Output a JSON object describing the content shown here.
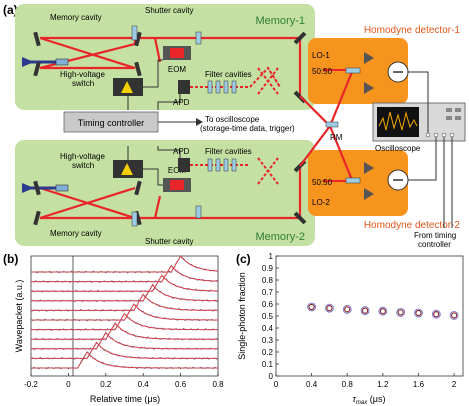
{
  "panel_a": {
    "label": "(a)",
    "memory1": "Memory-1",
    "memory2": "Memory-2",
    "memory_cavity": "Memory cavity",
    "shutter_cavity": "Shutter cavity",
    "eom": "EOM",
    "hv_switch": [
      "High-voltage",
      "switch"
    ],
    "apd": "APD",
    "filter_cavities": "Filter cavities",
    "timing_controller": "Timing controller",
    "to_oscilloscope": [
      "To oscilloscope",
      "(storage-time data, trigger)"
    ],
    "hd1": "Homodyne detector-1",
    "hd2": "Homodyne detector-2",
    "lo1": "LO-1",
    "lo2": "LO-2",
    "bs_ratio": "50:50",
    "rm": "RM",
    "oscilloscope": "Oscilloscope",
    "from_timing": [
      "From timing",
      "controller"
    ],
    "colors": {
      "beam": "#e8262a",
      "memory_bg": "#c5e0a3",
      "detector_bg": "#f7941d",
      "memory_text": "#2e7d32",
      "detector_text": "#e0561b",
      "laser": "#2b3a8f"
    }
  },
  "panel_b": {
    "label": "(b)",
    "ylabel": "Wavepacket (a.u.)",
    "xlabel": "Relative time (μs)",
    "xticks": [
      "-0.2",
      "0",
      "0.2",
      "0.4",
      "0.6",
      "0.8"
    ]
  },
  "panel_c": {
    "label": "(c)",
    "ylabel": "Single-photon fraction",
    "xlabel_main": "τ",
    "xlabel_sub": "max",
    "xlabel_unit": " (μs)",
    "yticks": [
      "0",
      "0.1",
      "0.2",
      "0.3",
      "0.4",
      "0.5",
      "0.6",
      "0.7",
      "0.8",
      "0.9",
      "1"
    ],
    "xticks": [
      "0",
      "0.4",
      "0.8",
      "1.2",
      "1.6",
      "2"
    ]
  },
  "chart_data": [
    {
      "type": "line",
      "panel": "b",
      "xlabel": "Relative time (μs)",
      "ylabel": "Wavepacket (a.u.)",
      "xlim": [
        -0.2,
        0.8
      ],
      "series_peak_times": [
        0.1,
        0.15,
        0.2,
        0.25,
        0.3,
        0.35,
        0.4,
        0.45,
        0.5,
        0.55,
        0.6
      ],
      "colors": {
        "data": "#5a4fa3",
        "fit": "#d64545"
      }
    },
    {
      "type": "scatter",
      "panel": "c",
      "xlabel": "τmax (μs)",
      "ylabel": "Single-photon fraction",
      "xlim": [
        0,
        2.1
      ],
      "ylim": [
        0,
        1
      ],
      "x": [
        0.4,
        0.6,
        0.8,
        1.0,
        1.2,
        1.4,
        1.6,
        1.8,
        2.0
      ],
      "y": [
        0.575,
        0.565,
        0.555,
        0.545,
        0.54,
        0.53,
        0.525,
        0.515,
        0.505
      ],
      "colors": {
        "marker": "#8a2a2a",
        "ring": "#6b6bd6"
      }
    }
  ]
}
